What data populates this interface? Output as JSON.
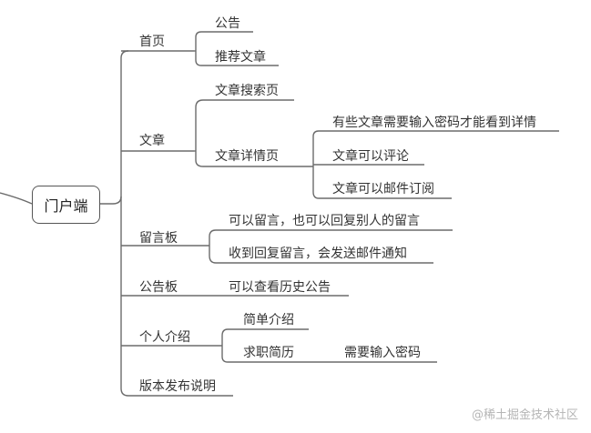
{
  "root": "门户端",
  "branches": {
    "home": {
      "label": "首页",
      "children": [
        "公告",
        "推荐文章"
      ]
    },
    "article": {
      "label": "文章",
      "search": "文章搜索页",
      "detail": {
        "label": "文章详情页",
        "children": [
          "有些文章需要输入密码才能看到详情",
          "文章可以评论",
          "文章可以邮件订阅"
        ]
      }
    },
    "guestbook": {
      "label": "留言板",
      "children": [
        "可以留言，也可以回复别人的留言",
        "收到回复留言，会发送邮件通知"
      ]
    },
    "notice_board": {
      "label": "公告板",
      "children": [
        "可以查看历史公告"
      ]
    },
    "intro": {
      "label": "个人介绍",
      "simple": "简单介绍",
      "resume": {
        "label": "求职简历",
        "child": "需要输入密码"
      }
    },
    "release": {
      "label": "版本发布说明"
    }
  },
  "watermark": "@稀土掘金技术社区",
  "colors": {
    "line": "#6b6b6b",
    "text": "#333333",
    "box_border": "#555555"
  }
}
